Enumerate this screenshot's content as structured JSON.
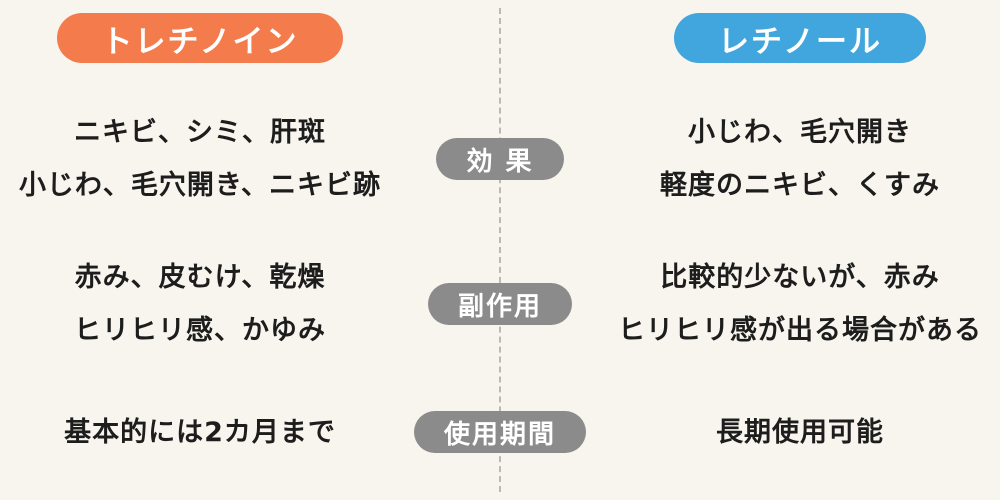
{
  "header": {
    "left_title": "トレチノイン",
    "right_title": "レチノール"
  },
  "rows": [
    {
      "label": "効 果",
      "left": [
        "ニキビ、シミ、肝斑",
        "小じわ、毛穴開き、ニキビ跡"
      ],
      "right": [
        "小じわ、毛穴開き",
        "軽度のニキビ、くすみ"
      ]
    },
    {
      "label": "副作用",
      "left": [
        "赤み、皮むけ、乾燥",
        "ヒリヒリ感、かゆみ"
      ],
      "right": [
        "比較的少ないが、赤み",
        "ヒリヒリ感が出る場合がある"
      ]
    },
    {
      "label": "使用期間",
      "left": [
        "基本的には2カ月まで"
      ],
      "right": [
        "長期使用可能"
      ]
    }
  ],
  "colors": {
    "background": "#f7f5ee",
    "accent_orange": "#f47c4c",
    "accent_blue": "#41a6dd",
    "label_gray": "#8b8b8b",
    "text": "#1d1d1d",
    "divider": "#b9b9b9"
  }
}
